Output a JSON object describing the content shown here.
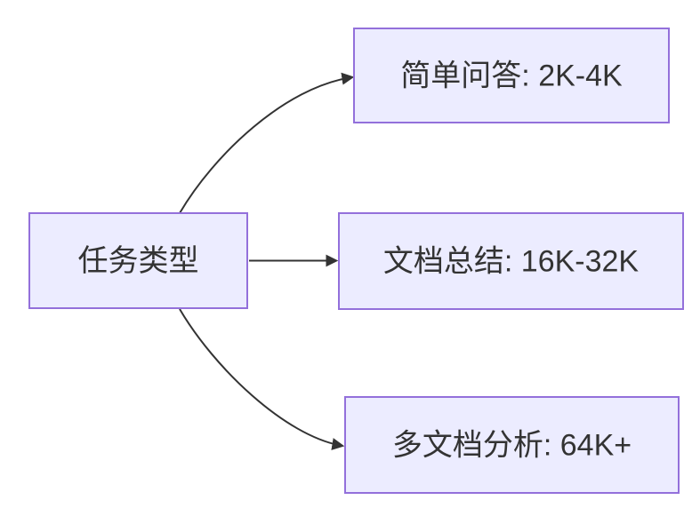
{
  "diagram": {
    "type": "flowchart",
    "direction": "left-to-right",
    "nodes": [
      {
        "id": "task-type",
        "label": "任务类型"
      },
      {
        "id": "simple-qa",
        "label": "简单问答: 2K-4K"
      },
      {
        "id": "doc-summary",
        "label": "文档总结: 16K-32K"
      },
      {
        "id": "multi-doc",
        "label": "多文档分析: 64K+"
      }
    ],
    "edges": [
      {
        "from": "task-type",
        "to": "simple-qa"
      },
      {
        "from": "task-type",
        "to": "doc-summary"
      },
      {
        "from": "task-type",
        "to": "multi-doc"
      }
    ]
  },
  "colors": {
    "background": "#FFFFFF",
    "node-fill": "#ECECFF",
    "node-border": "#9370DB",
    "edge-line": "#333333",
    "label-text": "#333333"
  }
}
